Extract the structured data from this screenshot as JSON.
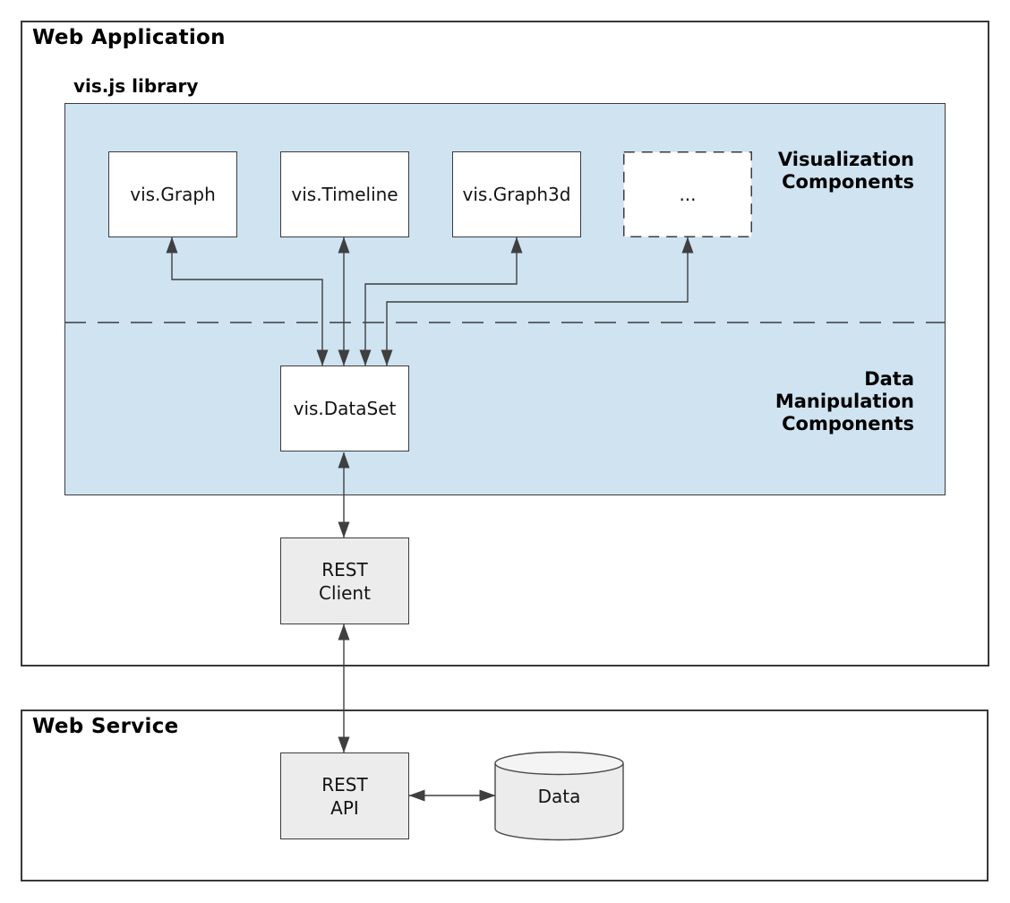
{
  "colors": {
    "background": "#ffffff",
    "library_fill": "#cfe3f1",
    "component_fill": "#ffffff",
    "service_box_fill": "#ececec",
    "cylinder_top_fill": "#f4f4f4",
    "border": "#3c3c3c",
    "arrow": "#3f3f3f"
  },
  "web_application": {
    "title": "Web Application",
    "library": {
      "title": "vis.js library",
      "visualization_section": {
        "label": "Visualization\nComponents",
        "components": [
          {
            "label": "vis.Graph"
          },
          {
            "label": "vis.Timeline"
          },
          {
            "label": "vis.Graph3d"
          },
          {
            "label": "..."
          }
        ]
      },
      "data_section": {
        "label": "Data\nManipulation\nComponents",
        "components": [
          {
            "label": "vis.DataSet"
          }
        ]
      }
    },
    "rest_client": {
      "label": "REST\nClient"
    }
  },
  "web_service": {
    "title": "Web Service",
    "rest_api": {
      "label": "REST\nAPI"
    },
    "database": {
      "label": "Data"
    }
  }
}
